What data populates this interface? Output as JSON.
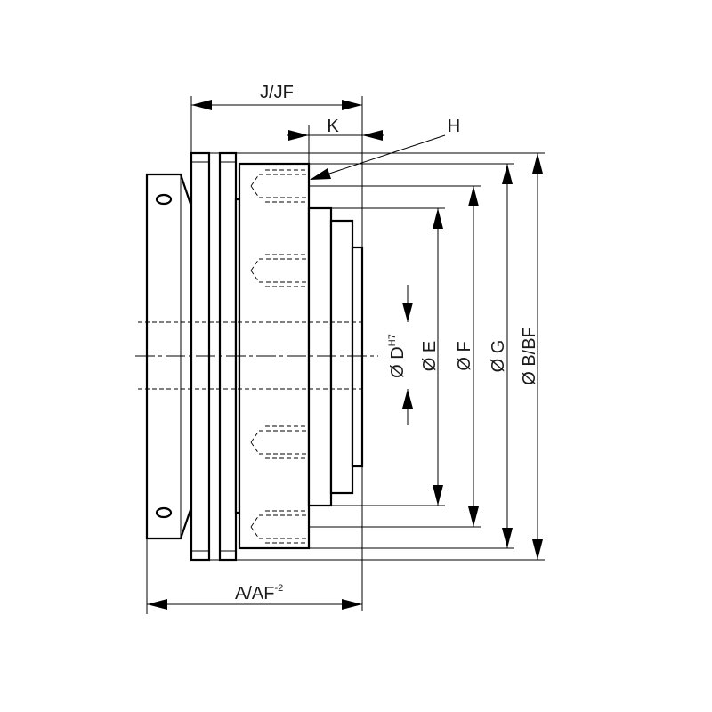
{
  "labels": {
    "j_jf": "J/JF",
    "k": "K",
    "h": "H",
    "a_af": "A/AF",
    "a_af_sup": "-2",
    "d": "Ø D",
    "d_sup": "H7",
    "e": "Ø E",
    "f": "Ø F",
    "g": "Ø G",
    "b_bf": "Ø B/BF"
  }
}
